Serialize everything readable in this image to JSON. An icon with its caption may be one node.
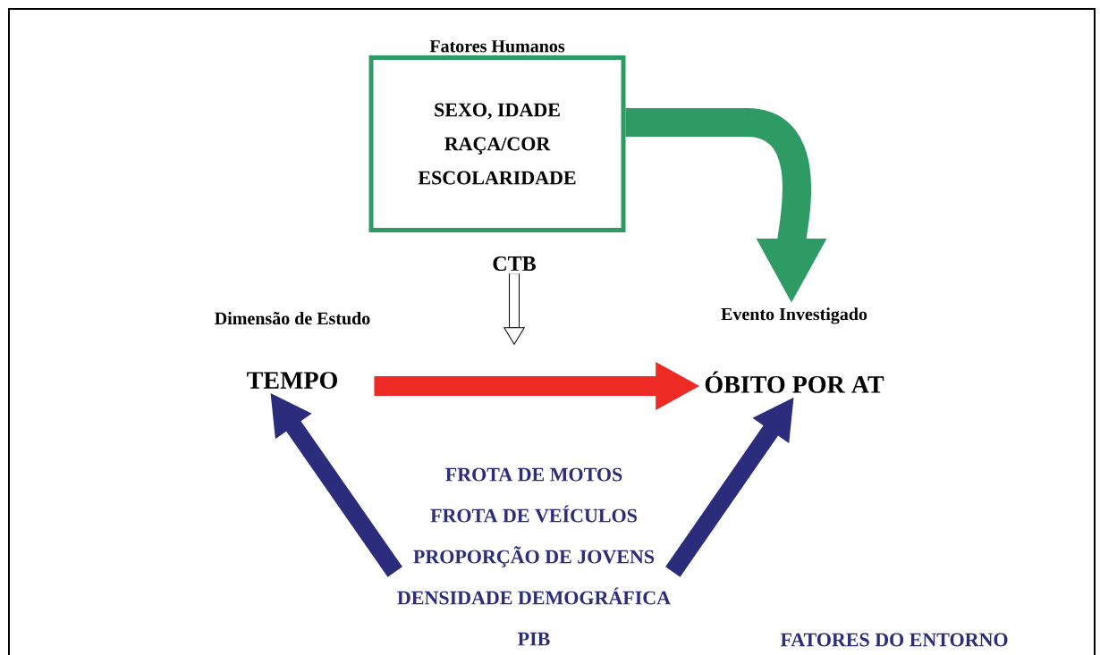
{
  "diagram": {
    "nodes": [
      {
        "text": [
          "Fatores Humanos",
          "SEXO, IDADE",
          "RAÇA/COR",
          "ESCOLARIDADE"
        ]
      },
      {
        "text": [
          "Dimensão de Estudo",
          "TEMPO"
        ]
      },
      {
        "text": [
          "Evento Investigado",
          "ÓBITO POR AT"
        ]
      },
      {
        "text": [
          "CTB"
        ]
      },
      {
        "text": [
          "FROTA DE MOTOS",
          "FROTA DE VEÍCULOS",
          "PROPORÇÃO DE JOVENS",
          "DENSIDADE DEMOGRÁFICA",
          "PIB"
        ]
      }
    ],
    "edges": [
      {
        "from": 0,
        "to": 2,
        "arrow": "to",
        "color": "#2e9a64"
      },
      {
        "from": 1,
        "to": 2,
        "arrow": "to",
        "color": "#ee2a24"
      },
      {
        "from": 3,
        "to": null,
        "arrow": "to",
        "color": "#000000"
      },
      {
        "from": 4,
        "to": 1,
        "arrow": "to",
        "color": "#2b2d7c"
      },
      {
        "from": 4,
        "to": 2,
        "arrow": "to",
        "color": "#2b2d7c"
      }
    ],
    "labels": [
      "FATORES DO ENTORNO"
    ]
  }
}
